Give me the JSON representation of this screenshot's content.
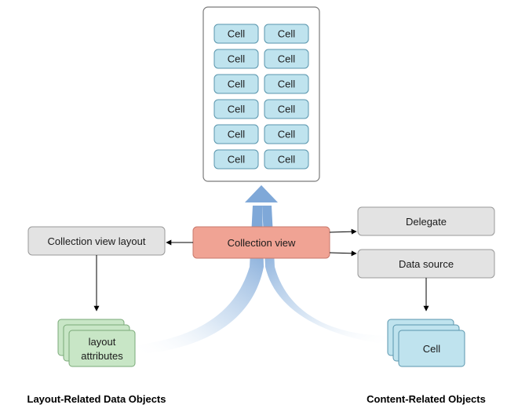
{
  "diagram": {
    "cell_label": "Cell",
    "collection_view": "Collection view",
    "collection_view_layout": "Collection view layout",
    "delegate": "Delegate",
    "data_source": "Data source",
    "layout_attributes_line1": "layout",
    "layout_attributes_line2": "attributes",
    "cell_stack_label": "Cell",
    "caption_left": "Layout-Related Data Objects",
    "caption_right": "Content-Related Objects"
  },
  "colors": {
    "cell_fill": "#bfe3ee",
    "cell_stroke": "#5a96ad",
    "gray_fill": "#e3e3e3",
    "gray_stroke": "#9a9a9a",
    "collection_view_fill": "#f0a394",
    "collection_view_stroke": "#c97a6c",
    "attributes_fill": "#c8e6c6",
    "attributes_stroke": "#7aaa78",
    "flow_arrow": "#7fa8d8"
  }
}
